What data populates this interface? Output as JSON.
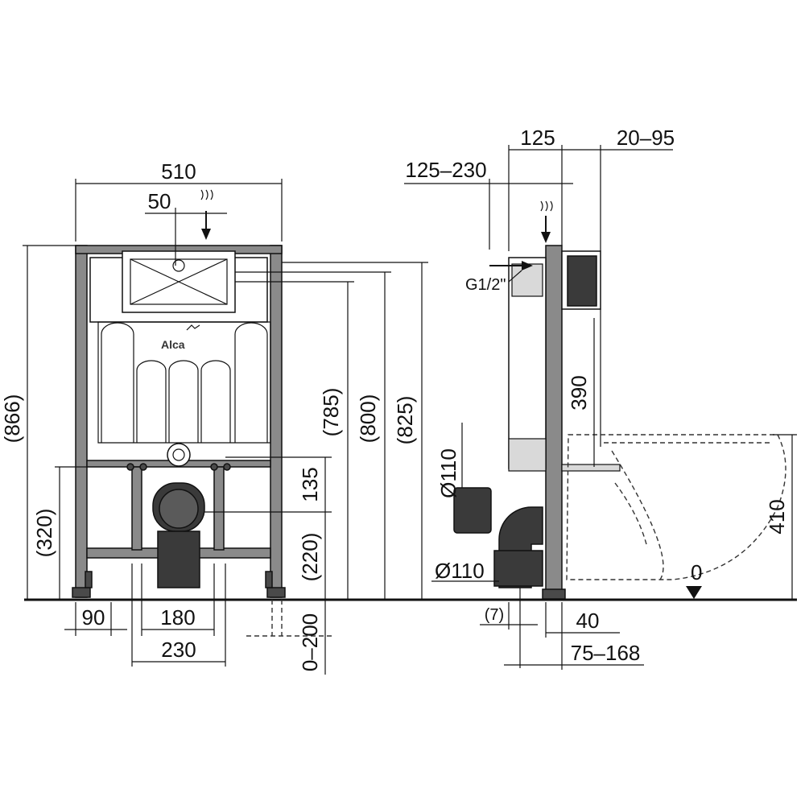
{
  "brand": {
    "logo_text": "Alca"
  },
  "front_view": {
    "width_label": "510",
    "inlet_offset_label": "50",
    "height_total_label": "(866)",
    "bracket_height_label": "(320)",
    "h785_label": "(785)",
    "h800_label": "(800)",
    "h825_label": "(825)",
    "h135_label": "135",
    "h220_label": "(220)",
    "floor_adjust_label": "0–200",
    "foot_offset_label": "90",
    "stud_spacing_label": "180",
    "bolt_spacing_label": "230"
  },
  "side_view": {
    "depth_125_label": "125",
    "depth_20_95_label": "20–95",
    "depth_125_230_label": "125–230",
    "thread_label": "G1/2\"",
    "outlet_upper_label": "Ø110",
    "outlet_lower_label": "Ø110",
    "height_390_label": "390",
    "height_410_label": "410",
    "zero_label": "0",
    "gap_7_label": "(7)",
    "depth_40_label": "40",
    "depth_75_168_label": "75–168"
  }
}
